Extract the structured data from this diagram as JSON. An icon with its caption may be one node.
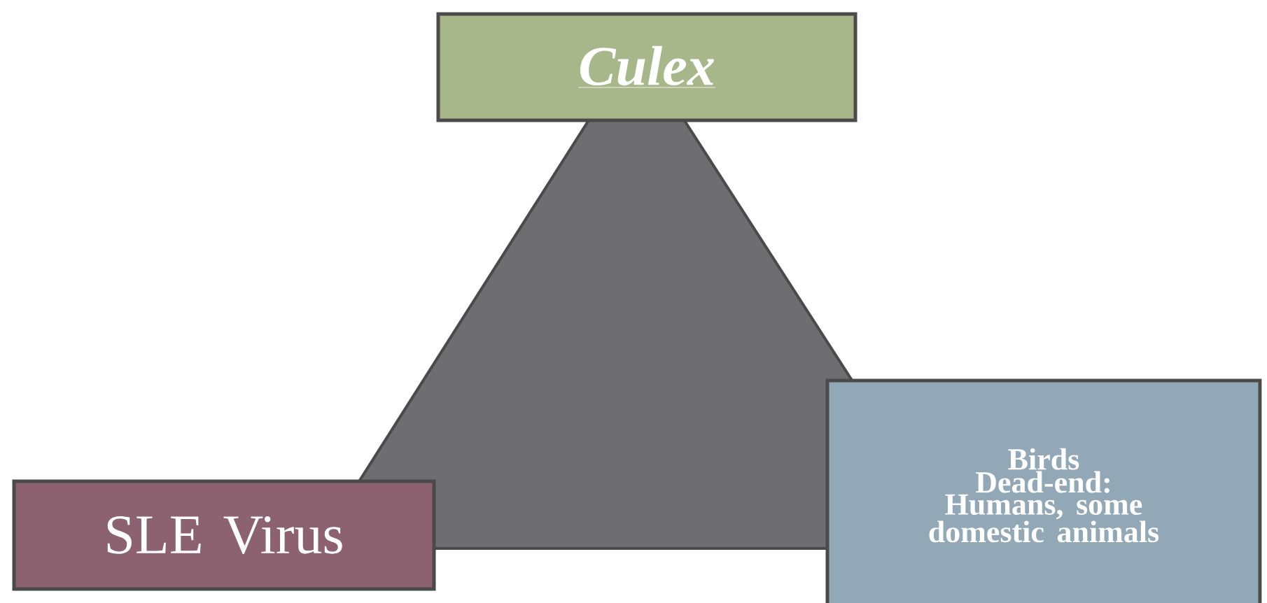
{
  "diagram": {
    "nodes": [
      {
        "text": [
          "Culex"
        ]
      },
      {
        "text": [
          "SLE Virus"
        ]
      },
      {
        "text": [
          "Birds",
          "Dead-end: Humans, some domestic animals"
        ]
      }
    ]
  }
}
